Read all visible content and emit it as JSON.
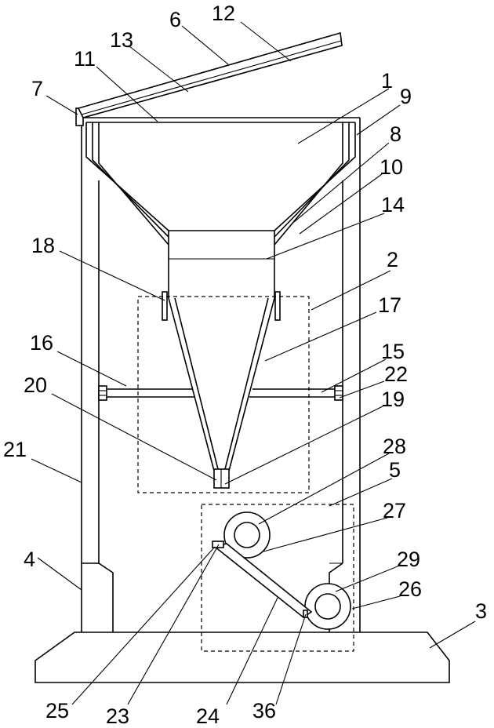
{
  "labels": {
    "l1": "1",
    "l2": "2",
    "l3": "3",
    "l4": "4",
    "l5": "5",
    "l6": "6",
    "l7": "7",
    "l8": "8",
    "l9": "9",
    "l10": "10",
    "l11": "11",
    "l12": "12",
    "l13": "13",
    "l14": "14",
    "l15": "15",
    "l16": "16",
    "l17": "17",
    "l18": "18",
    "l19": "19",
    "l20": "20",
    "l21": "21",
    "l22": "22",
    "l23": "23",
    "l24": "24",
    "l25": "25",
    "l26": "26",
    "l27": "27",
    "l28": "28",
    "l29": "29",
    "l36": "36"
  }
}
